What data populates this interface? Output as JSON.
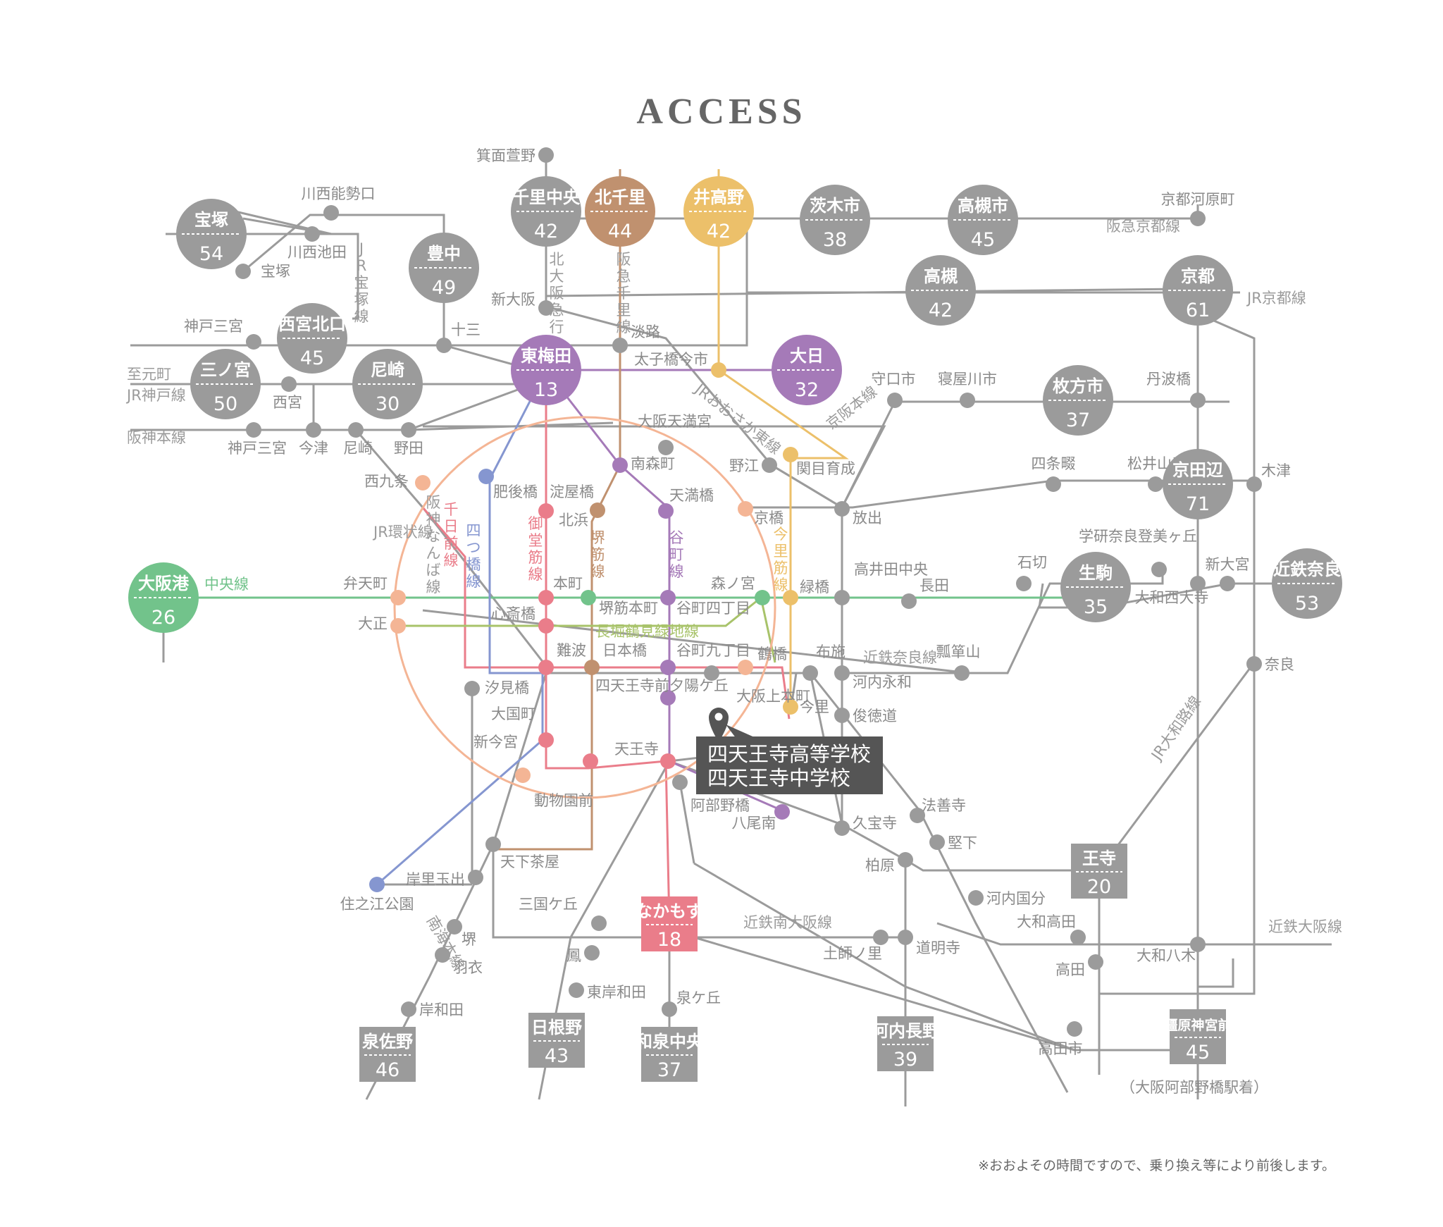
{
  "title": "ACCESS",
  "school": {
    "line1": "四天王寺高等学校",
    "line2": "四天王寺中学校",
    "icon": "map-pin-icon"
  },
  "note": "※おおよその時間ですので、乗り換え等により前後します。",
  "sub_note": "（大阪阿部野橋駅着）",
  "colors": {
    "gray": "#9b9b9b",
    "purple": "#a57ab8",
    "brown": "#c0916f",
    "yellow": "#ecc06a",
    "green": "#72c38b",
    "red": "#ea7d8a",
    "blue": "#8596d0",
    "orange": "#f4b595",
    "olive": "#a8c36a",
    "school_box": "#555555"
  },
  "hubs": [
    {
      "id": "takarazuka",
      "name": "宝塚",
      "time": "54",
      "color": "gray",
      "shape": "circle"
    },
    {
      "id": "toyonaka",
      "name": "豊中",
      "time": "49",
      "color": "gray",
      "shape": "circle"
    },
    {
      "id": "senri-chuo",
      "name": "千里中央",
      "time": "42",
      "color": "gray",
      "shape": "circle"
    },
    {
      "id": "kita-senri",
      "name": "北千里",
      "time": "44",
      "color": "brown",
      "shape": "circle"
    },
    {
      "id": "idakano",
      "name": "井高野",
      "time": "42",
      "color": "yellow",
      "shape": "circle"
    },
    {
      "id": "ibaraki-shi",
      "name": "茨木市",
      "time": "38",
      "color": "gray",
      "shape": "circle"
    },
    {
      "id": "takatsuki-shi",
      "name": "高槻市",
      "time": "45",
      "color": "gray",
      "shape": "circle"
    },
    {
      "id": "takatsuki",
      "name": "高槻",
      "time": "42",
      "color": "gray",
      "shape": "circle"
    },
    {
      "id": "kyoto",
      "name": "京都",
      "time": "61",
      "color": "gray",
      "shape": "circle"
    },
    {
      "id": "nishinomiya-kitaguchi",
      "name": "西宮北口",
      "time": "45",
      "color": "gray",
      "shape": "circle"
    },
    {
      "id": "sannomiya",
      "name": "三ノ宮",
      "time": "50",
      "color": "gray",
      "shape": "circle"
    },
    {
      "id": "amagasaki",
      "name": "尼崎",
      "time": "30",
      "color": "gray",
      "shape": "circle"
    },
    {
      "id": "higashi-umeda",
      "name": "東梅田",
      "time": "13",
      "color": "purple",
      "shape": "circle"
    },
    {
      "id": "dainichi",
      "name": "大日",
      "time": "32",
      "color": "purple",
      "shape": "circle"
    },
    {
      "id": "hirakata-shi",
      "name": "枚方市",
      "time": "37",
      "color": "gray",
      "shape": "circle"
    },
    {
      "id": "kyotanabe",
      "name": "京田辺",
      "time": "71",
      "color": "gray",
      "shape": "circle"
    },
    {
      "id": "osakako",
      "name": "大阪港",
      "time": "26",
      "color": "green",
      "shape": "circle"
    },
    {
      "id": "ikoma",
      "name": "生駒",
      "time": "35",
      "color": "gray",
      "shape": "circle"
    },
    {
      "id": "kintetsu-nara",
      "name": "近鉄奈良",
      "time": "53",
      "color": "gray",
      "shape": "circle"
    },
    {
      "id": "oji",
      "name": "王寺",
      "time": "20",
      "color": "gray",
      "shape": "box"
    },
    {
      "id": "nakamozu",
      "name": "なかもず",
      "time": "18",
      "color": "red",
      "shape": "box"
    },
    {
      "id": "izumisano",
      "name": "泉佐野",
      "time": "46",
      "color": "gray",
      "shape": "box"
    },
    {
      "id": "hineno",
      "name": "日根野",
      "time": "43",
      "color": "gray",
      "shape": "box"
    },
    {
      "id": "izumi-chuo",
      "name": "和泉中央",
      "time": "37",
      "color": "gray",
      "shape": "box"
    },
    {
      "id": "kawachinagano",
      "name": "河内長野",
      "time": "39",
      "color": "gray",
      "shape": "box"
    },
    {
      "id": "kashiharajingu-mae",
      "name": "橿原神宮前",
      "time": "45",
      "color": "gray",
      "shape": "box"
    }
  ],
  "stations": [
    {
      "name": "箕面萱野",
      "color": "gray"
    },
    {
      "name": "川西能勢口",
      "color": "gray"
    },
    {
      "name": "川西池田",
      "color": "gray"
    },
    {
      "name": "宝塚",
      "color": "gray"
    },
    {
      "name": "神戸三宮",
      "color": "gray"
    },
    {
      "name": "十三",
      "color": "gray"
    },
    {
      "name": "新大阪",
      "color": "gray"
    },
    {
      "name": "淡路",
      "color": "gray"
    },
    {
      "name": "太子橋今市",
      "color": "yellow"
    },
    {
      "name": "京都河原町",
      "color": "gray"
    },
    {
      "name": "西宮",
      "color": "gray"
    },
    {
      "name": "神戸三宮",
      "color": "gray"
    },
    {
      "name": "今津",
      "color": "gray"
    },
    {
      "name": "尼崎",
      "color": "gray"
    },
    {
      "name": "野田",
      "color": "gray"
    },
    {
      "name": "西九条",
      "color": "orange"
    },
    {
      "name": "肥後橋",
      "color": "blue"
    },
    {
      "name": "淀屋橋",
      "color": "red"
    },
    {
      "name": "北浜",
      "color": "brown"
    },
    {
      "name": "南森町",
      "color": "purple"
    },
    {
      "name": "大阪天満宮",
      "color": "gray"
    },
    {
      "name": "天満橋",
      "color": "purple"
    },
    {
      "name": "京橋",
      "color": "orange"
    },
    {
      "name": "野江",
      "color": "gray"
    },
    {
      "name": "関目育成",
      "color": "yellow"
    },
    {
      "name": "守口市",
      "color": "gray"
    },
    {
      "name": "寝屋川市",
      "color": "gray"
    },
    {
      "name": "丹波橋",
      "color": "gray"
    },
    {
      "name": "放出",
      "color": "gray"
    },
    {
      "name": "四条畷",
      "color": "gray"
    },
    {
      "name": "松井山手",
      "color": "gray"
    },
    {
      "name": "木津",
      "color": "gray"
    },
    {
      "name": "弁天町",
      "color": "orange"
    },
    {
      "name": "大正",
      "color": "orange"
    },
    {
      "name": "本町",
      "color": "red"
    },
    {
      "name": "堺筋本町",
      "color": "green"
    },
    {
      "name": "谷町四丁目",
      "color": "purple"
    },
    {
      "name": "森ノ宮",
      "color": "green"
    },
    {
      "name": "緑橋",
      "color": "yellow"
    },
    {
      "name": "高井田中央",
      "color": "gray"
    },
    {
      "name": "長田",
      "color": "gray"
    },
    {
      "name": "石切",
      "color": "gray"
    },
    {
      "name": "学研奈良登美ヶ丘",
      "color": "gray"
    },
    {
      "name": "大和西大寺",
      "color": "gray"
    },
    {
      "name": "新大宮",
      "color": "gray"
    },
    {
      "name": "心斎橋",
      "color": "red"
    },
    {
      "name": "難波",
      "color": "red"
    },
    {
      "name": "日本橋",
      "color": "brown"
    },
    {
      "name": "谷町九丁目",
      "color": "purple"
    },
    {
      "name": "鶴橋",
      "color": "orange"
    },
    {
      "name": "布施",
      "color": "gray"
    },
    {
      "name": "河内永和",
      "color": "gray"
    },
    {
      "name": "瓢箪山",
      "color": "gray"
    },
    {
      "name": "奈良",
      "color": "gray"
    },
    {
      "name": "汐見橋",
      "color": "gray"
    },
    {
      "name": "四天王寺前夕陽ケ丘",
      "color": "purple"
    },
    {
      "name": "大阪上本町",
      "color": "gray"
    },
    {
      "name": "今里",
      "color": "yellow"
    },
    {
      "name": "俊徳道",
      "color": "gray"
    },
    {
      "name": "大国町",
      "color": "red"
    },
    {
      "name": "新今宮",
      "color": "orange"
    },
    {
      "name": "天王寺",
      "color": "red"
    },
    {
      "name": "動物園前",
      "color": "red"
    },
    {
      "name": "阿部野橋",
      "color": "gray"
    },
    {
      "name": "八尾南",
      "color": "purple"
    },
    {
      "name": "久宝寺",
      "color": "gray"
    },
    {
      "name": "法善寺",
      "color": "gray"
    },
    {
      "name": "堅下",
      "color": "gray"
    },
    {
      "name": "柏原",
      "color": "gray"
    },
    {
      "name": "天下茶屋",
      "color": "gray"
    },
    {
      "name": "岸里玉出",
      "color": "gray"
    },
    {
      "name": "住之江公園",
      "color": "blue"
    },
    {
      "name": "河内国分",
      "color": "gray"
    },
    {
      "name": "大和高田",
      "color": "gray"
    },
    {
      "name": "大和八木",
      "color": "gray"
    },
    {
      "name": "高田",
      "color": "gray"
    },
    {
      "name": "三国ケ丘",
      "color": "gray"
    },
    {
      "name": "土師ノ里",
      "color": "gray"
    },
    {
      "name": "道明寺",
      "color": "gray"
    },
    {
      "name": "堺",
      "color": "gray"
    },
    {
      "name": "羽衣",
      "color": "gray"
    },
    {
      "name": "鳳",
      "color": "gray"
    },
    {
      "name": "東岸和田",
      "color": "gray"
    },
    {
      "name": "泉ケ丘",
      "color": "gray"
    },
    {
      "name": "岸和田",
      "color": "gray"
    },
    {
      "name": "高田市",
      "color": "gray"
    }
  ],
  "line_labels": [
    {
      "text": "JR宝塚線",
      "color": "gray"
    },
    {
      "text": "北大阪急行",
      "color": "gray"
    },
    {
      "text": "阪急千里線",
      "color": "gray"
    },
    {
      "text": "阪急京都線",
      "color": "gray"
    },
    {
      "text": "JR京都線",
      "color": "gray"
    },
    {
      "text": "JR神戸線",
      "color": "gray"
    },
    {
      "text": "至元町",
      "color": "gray"
    },
    {
      "text": "阪神本線",
      "color": "gray"
    },
    {
      "text": "JRおおさか東線",
      "color": "gray"
    },
    {
      "text": "京阪本線",
      "color": "gray"
    },
    {
      "text": "JR環状線",
      "color": "gray"
    },
    {
      "text": "阪神なんば線",
      "color": "gray"
    },
    {
      "text": "千日前線",
      "color": "red"
    },
    {
      "text": "四つ橋線",
      "color": "blue"
    },
    {
      "text": "御堂筋線",
      "color": "red"
    },
    {
      "text": "堺筋線",
      "color": "brown"
    },
    {
      "text": "谷町線",
      "color": "purple"
    },
    {
      "text": "今里筋線",
      "color": "yellow"
    },
    {
      "text": "中央線",
      "color": "green"
    },
    {
      "text": "長堀鶴見緑地線",
      "color": "olive"
    },
    {
      "text": "近鉄奈良線",
      "color": "gray"
    },
    {
      "text": "JR大和路線",
      "color": "gray"
    },
    {
      "text": "近鉄大阪線",
      "color": "gray"
    },
    {
      "text": "近鉄南大阪線",
      "color": "gray"
    },
    {
      "text": "南海本線",
      "color": "gray"
    }
  ]
}
